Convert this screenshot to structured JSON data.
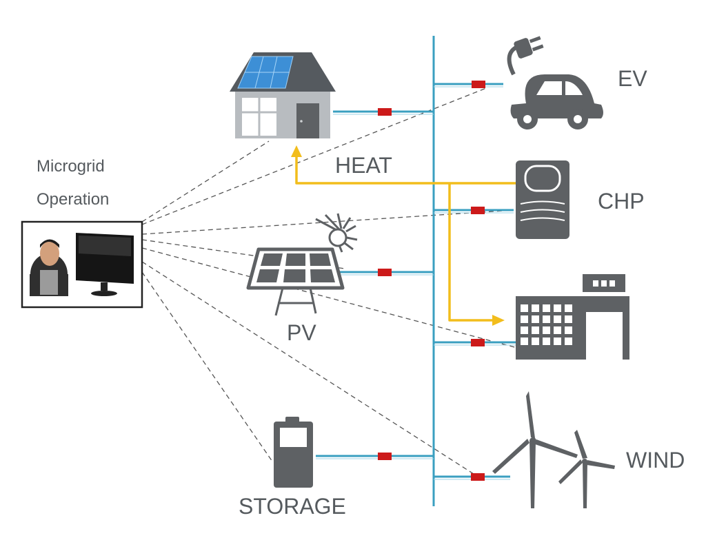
{
  "labels": {
    "microgrid_line1": "Microgrid",
    "microgrid_line2": "Operation",
    "heat": "HEAT",
    "pv": "PV",
    "storage": "STORAGE",
    "ev": "EV",
    "chp": "CHP",
    "wind": "WIND"
  },
  "colors": {
    "bus": "#3a9fc0",
    "breaker": "#cc1a1a",
    "heat_flow": "#f2bd1c",
    "icon_gray": "#5e6164",
    "control_link": "#555555"
  },
  "icons": [
    "house-icon",
    "solar-panel-icon",
    "battery-icon",
    "ev-icon",
    "chp-icon",
    "factory-icon",
    "wind-turbine-icon",
    "operator-icon"
  ]
}
